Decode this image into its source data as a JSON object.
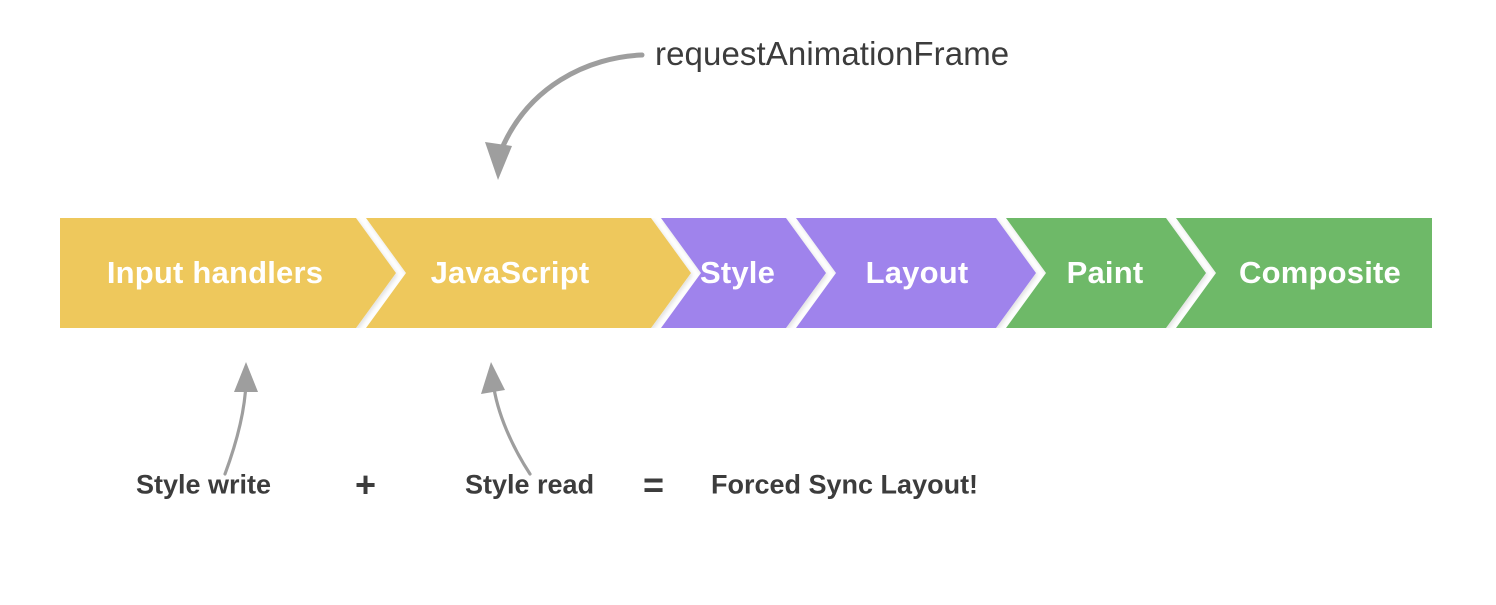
{
  "diagram": {
    "title_annotation": "requestAnimationFrame",
    "colors": {
      "yellow": "#EEC85B",
      "purple": "#9F83EC",
      "green": "#6EB967",
      "arrow_gray": "#9E9E9E",
      "text_dark": "#3C3C3C",
      "label_white": "#FFFFFF",
      "background": "#FFFFFF"
    },
    "pipeline": {
      "name": "rendering-pipeline",
      "segments": [
        {
          "label": "Input handlers",
          "color": "#EEC85B",
          "group": "javascript"
        },
        {
          "label": "JavaScript",
          "color": "#EEC85B",
          "group": "javascript"
        },
        {
          "label": "Style",
          "color": "#9F83EC",
          "group": "style-layout"
        },
        {
          "label": "Layout",
          "color": "#9F83EC",
          "group": "style-layout"
        },
        {
          "label": "Paint",
          "color": "#6EB967",
          "group": "paint-composite"
        },
        {
          "label": "Composite",
          "color": "#6EB967",
          "group": "paint-composite"
        }
      ]
    },
    "annotations": {
      "top": {
        "label": "requestAnimationFrame",
        "points_to": "JavaScript"
      },
      "bottom": {
        "terms": [
          {
            "text": "Style write",
            "style": "bold",
            "points_to": "Input handlers"
          },
          {
            "text": "+",
            "style": "operator"
          },
          {
            "text": "Style read",
            "style": "bold",
            "points_to": "JavaScript"
          },
          {
            "text": "=",
            "style": "operator"
          },
          {
            "text": "Forced Sync Layout!",
            "style": "semibold"
          }
        ]
      }
    }
  }
}
